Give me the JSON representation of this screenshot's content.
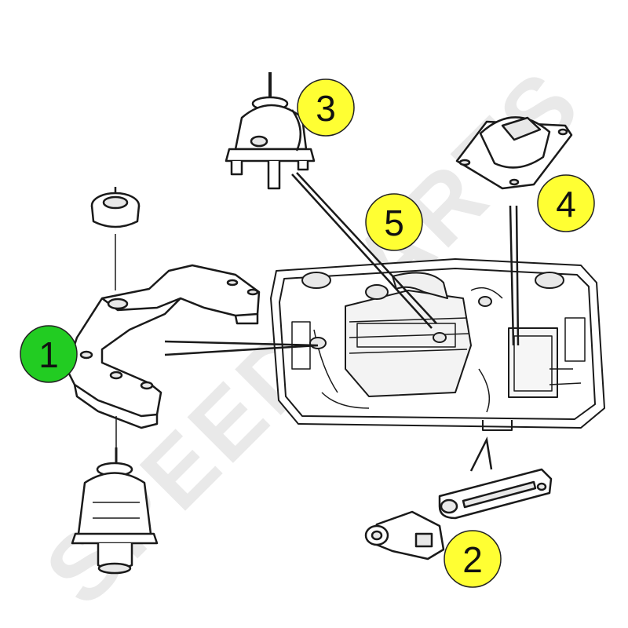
{
  "diagram": {
    "watermark": "SPEED PARTS",
    "callouts": [
      {
        "number": "1",
        "color": "#22cc22",
        "part": "front-subframe-bracket-mount"
      },
      {
        "number": "2",
        "color": "#ffff33",
        "part": "torque-rod-mount"
      },
      {
        "number": "3",
        "color": "#ffff33",
        "part": "upper-right-engine-mount"
      },
      {
        "number": "4",
        "color": "#ffff33",
        "part": "transmission-mount"
      },
      {
        "number": "5",
        "color": "#ffff33",
        "part": "engine-bay"
      }
    ],
    "colors": {
      "line": "#1a1a1a",
      "part_fill": "#ffffff",
      "shade": "#cfcfcf",
      "watermark": "#e9e9e9"
    }
  }
}
